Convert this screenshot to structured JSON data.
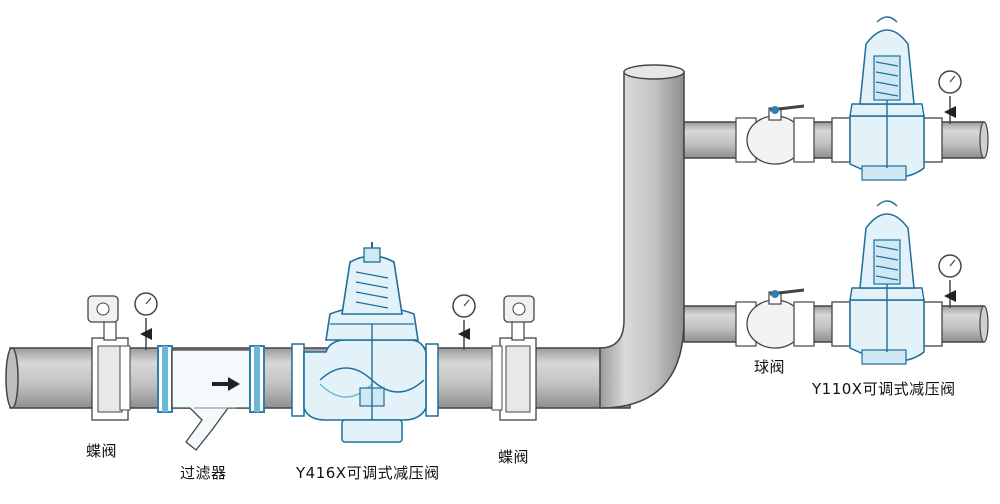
{
  "labels": {
    "butterfly_valve_left": "蝶阀",
    "strainer": "过滤器",
    "y416x_valve": "Y416X可调式减压阀",
    "butterfly_valve_right": "蝶阀",
    "ball_valve": "球阀",
    "y110x_valve": "Y110X可调式减压阀"
  },
  "colors": {
    "pipe_fill": "#c8c8c8",
    "pipe_stroke": "#444444",
    "valve_line": "#1f6f9a",
    "valve_fill": "#e3f2f9",
    "valve_accent": "#6bb7d8",
    "flange_blue": "#2f7fb3",
    "arrow": "#222222"
  }
}
